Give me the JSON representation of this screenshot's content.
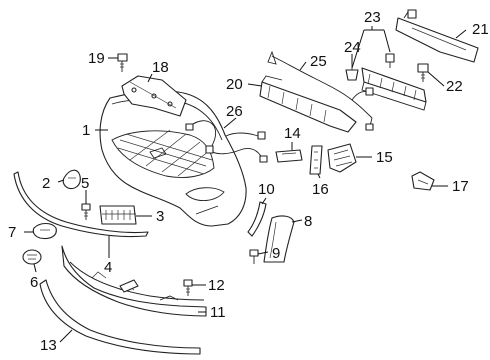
{
  "diagram": {
    "colors": {
      "line": "#222222",
      "fill": "#ffffff",
      "text": "#111111"
    },
    "callouts": [
      "1",
      "2",
      "3",
      "4",
      "5",
      "6",
      "7",
      "8",
      "9",
      "10",
      "11",
      "12",
      "13",
      "14",
      "15",
      "16",
      "17",
      "18",
      "19",
      "20",
      "21",
      "22",
      "23",
      "24",
      "25",
      "26"
    ]
  }
}
